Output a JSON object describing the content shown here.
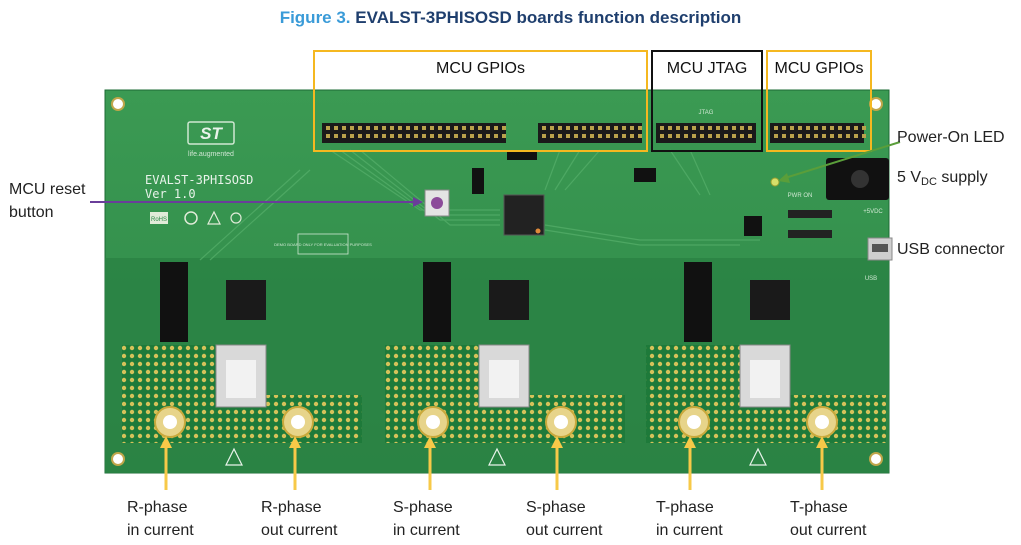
{
  "caption": {
    "figure": "Figure 3.",
    "title": "EVALST-3PHISOSD boards function description"
  },
  "board": {
    "name": "EVALST-3PHISOSD",
    "version": "Ver 1.0",
    "logo": "ST",
    "logo_tag": "life.augmented",
    "notice": "DEMO BOARD ONLY FOR EVALUATION PURPOSES",
    "jtag_silk": "JTAG",
    "pwr_silk": "PWR ON",
    "usb_silk": "USB",
    "supply_silk": "+5VDC",
    "rohs": "RoHS"
  },
  "callouts": {
    "mcu_gpios_left": "MCU GPIOs",
    "mcu_jtag": "MCU JTAG",
    "mcu_gpios_right": "MCU GPIOs",
    "power_on_led": "Power-On LED",
    "supply_prefix": "5 V",
    "supply_sub": "DC",
    "supply_suffix": " supply",
    "usb_connector": "USB connector",
    "reset_line1": "MCU reset",
    "reset_line2": "button"
  },
  "bottom_labels": [
    {
      "line1": "R-phase",
      "line2": "in current"
    },
    {
      "line1": "R-phase",
      "line2": "out current"
    },
    {
      "line1": "S-phase",
      "line2": "in current"
    },
    {
      "line1": "S-phase",
      "line2": "out current"
    },
    {
      "line1": "T-phase",
      "line2": "in current"
    },
    {
      "line1": "T-phase",
      "line2": "out current"
    }
  ],
  "colors": {
    "gpio_box": "#f5b820",
    "jtag_box": "#111111",
    "arrow_yellow": "#f7c948",
    "arrow_green": "#5a9e3a",
    "arrow_purple": "#6a3d9a",
    "pcb": "#2f8f4a"
  }
}
